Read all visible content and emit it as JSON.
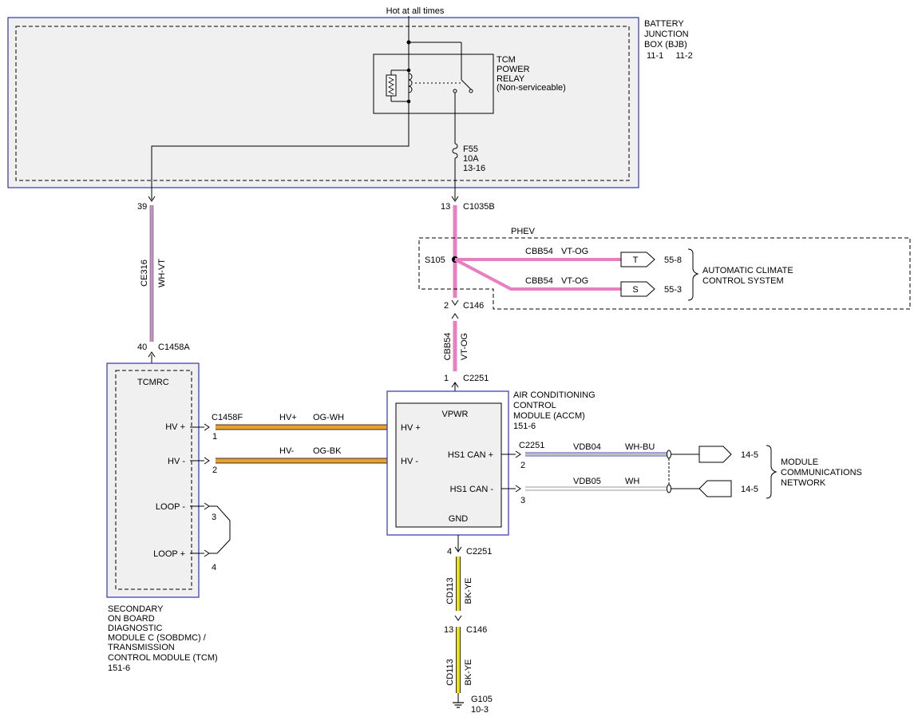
{
  "colors": {
    "module_fill": "#f0f0f0",
    "box_border": "#3333bb",
    "wire_pink": "#e87fc0",
    "wire_orange": "#e8a030",
    "wire_yellow": "#e8e020",
    "wire_blue": "#3a4ab0",
    "wire_pink_thin": "#c890c8"
  },
  "top": {
    "hot_label": "Hot at all times"
  },
  "bjb": {
    "name_lines": [
      "BATTERY",
      "JUNCTION",
      "BOX (BJB)"
    ],
    "refs": "11-1     11-2",
    "relay_lines": [
      "TCM",
      "POWER",
      "RELAY",
      "(Non-serviceable)"
    ],
    "fuse_lines": [
      "F55",
      "10A",
      "13-16"
    ]
  },
  "left_circuit": {
    "pin_top": "39",
    "pin_bottom": "40",
    "conn_bottom": "C1458A",
    "circuit": "CE316",
    "color": "WH-VT"
  },
  "right_circuit": {
    "pin_top": "13",
    "conn_top": "C1035B",
    "phev_label": "PHEV",
    "splice": "S105",
    "branch_t": {
      "circuit": "CBB54",
      "color": "VT-OG",
      "letter": "T",
      "ref": "55-8"
    },
    "branch_s": {
      "circuit": "CBB54",
      "color": "VT-OG",
      "letter": "S",
      "ref": "55-3"
    },
    "climate_lines": [
      "AUTOMATIC CLIMATE",
      "CONTROL SYSTEM"
    ],
    "pin_c146": "2",
    "conn_c146": "C146",
    "circuit": "CBB54",
    "color": "VT-OG",
    "pin_c2251": "1",
    "conn_c2251": "C2251"
  },
  "tcm": {
    "inner_label": "TCMRC",
    "pins": {
      "hv_plus": "HV +",
      "hv_minus": "HV -",
      "loop_minus": "LOOP -",
      "loop_plus": "LOOP +"
    },
    "pin_numbers": [
      "1",
      "2",
      "3",
      "4"
    ],
    "connector": "C1458F",
    "name_lines": [
      "SECONDARY",
      "ON BOARD",
      "DIAGNOSTIC",
      "MODULE C (SOBDMC) /",
      "TRANSMISSION",
      "CONTROL MODULE (TCM)",
      "151-6"
    ]
  },
  "hv_wires": {
    "plus": {
      "name": "HV+",
      "color": "OG-WH"
    },
    "minus": {
      "name": "HV-",
      "color": "OG-BK"
    }
  },
  "accm": {
    "name_lines": [
      "AIR CONDITIONING",
      "CONTROL",
      "MODULE (ACCM)",
      "151-6"
    ],
    "pins": {
      "vpwr": "VPWR",
      "hv_plus": "HV +",
      "hv_minus": "HV -",
      "can_plus": "HS1 CAN +",
      "can_minus": "HS1 CAN -",
      "gnd": "GND"
    }
  },
  "can": {
    "connector": "C2251",
    "pin_plus": "2",
    "pin_minus": "3",
    "plus": {
      "circuit": "VDB04",
      "color": "WH-BU",
      "ref": "14-5"
    },
    "minus": {
      "circuit": "VDB05",
      "color": "WH",
      "ref": "14-5"
    },
    "network_lines": [
      "MODULE",
      "COMMUNICATIONS",
      "NETWORK"
    ]
  },
  "ground": {
    "pin_c2251": "4",
    "conn_c2251": "C2251",
    "circuit_1": "CD113",
    "color_1": "BK-YE",
    "pin_c146": "13",
    "conn_c146": "C146",
    "circuit_2": "CD113",
    "color_2": "BK-YE",
    "ground_name": "G105",
    "ground_ref": "10-3"
  }
}
